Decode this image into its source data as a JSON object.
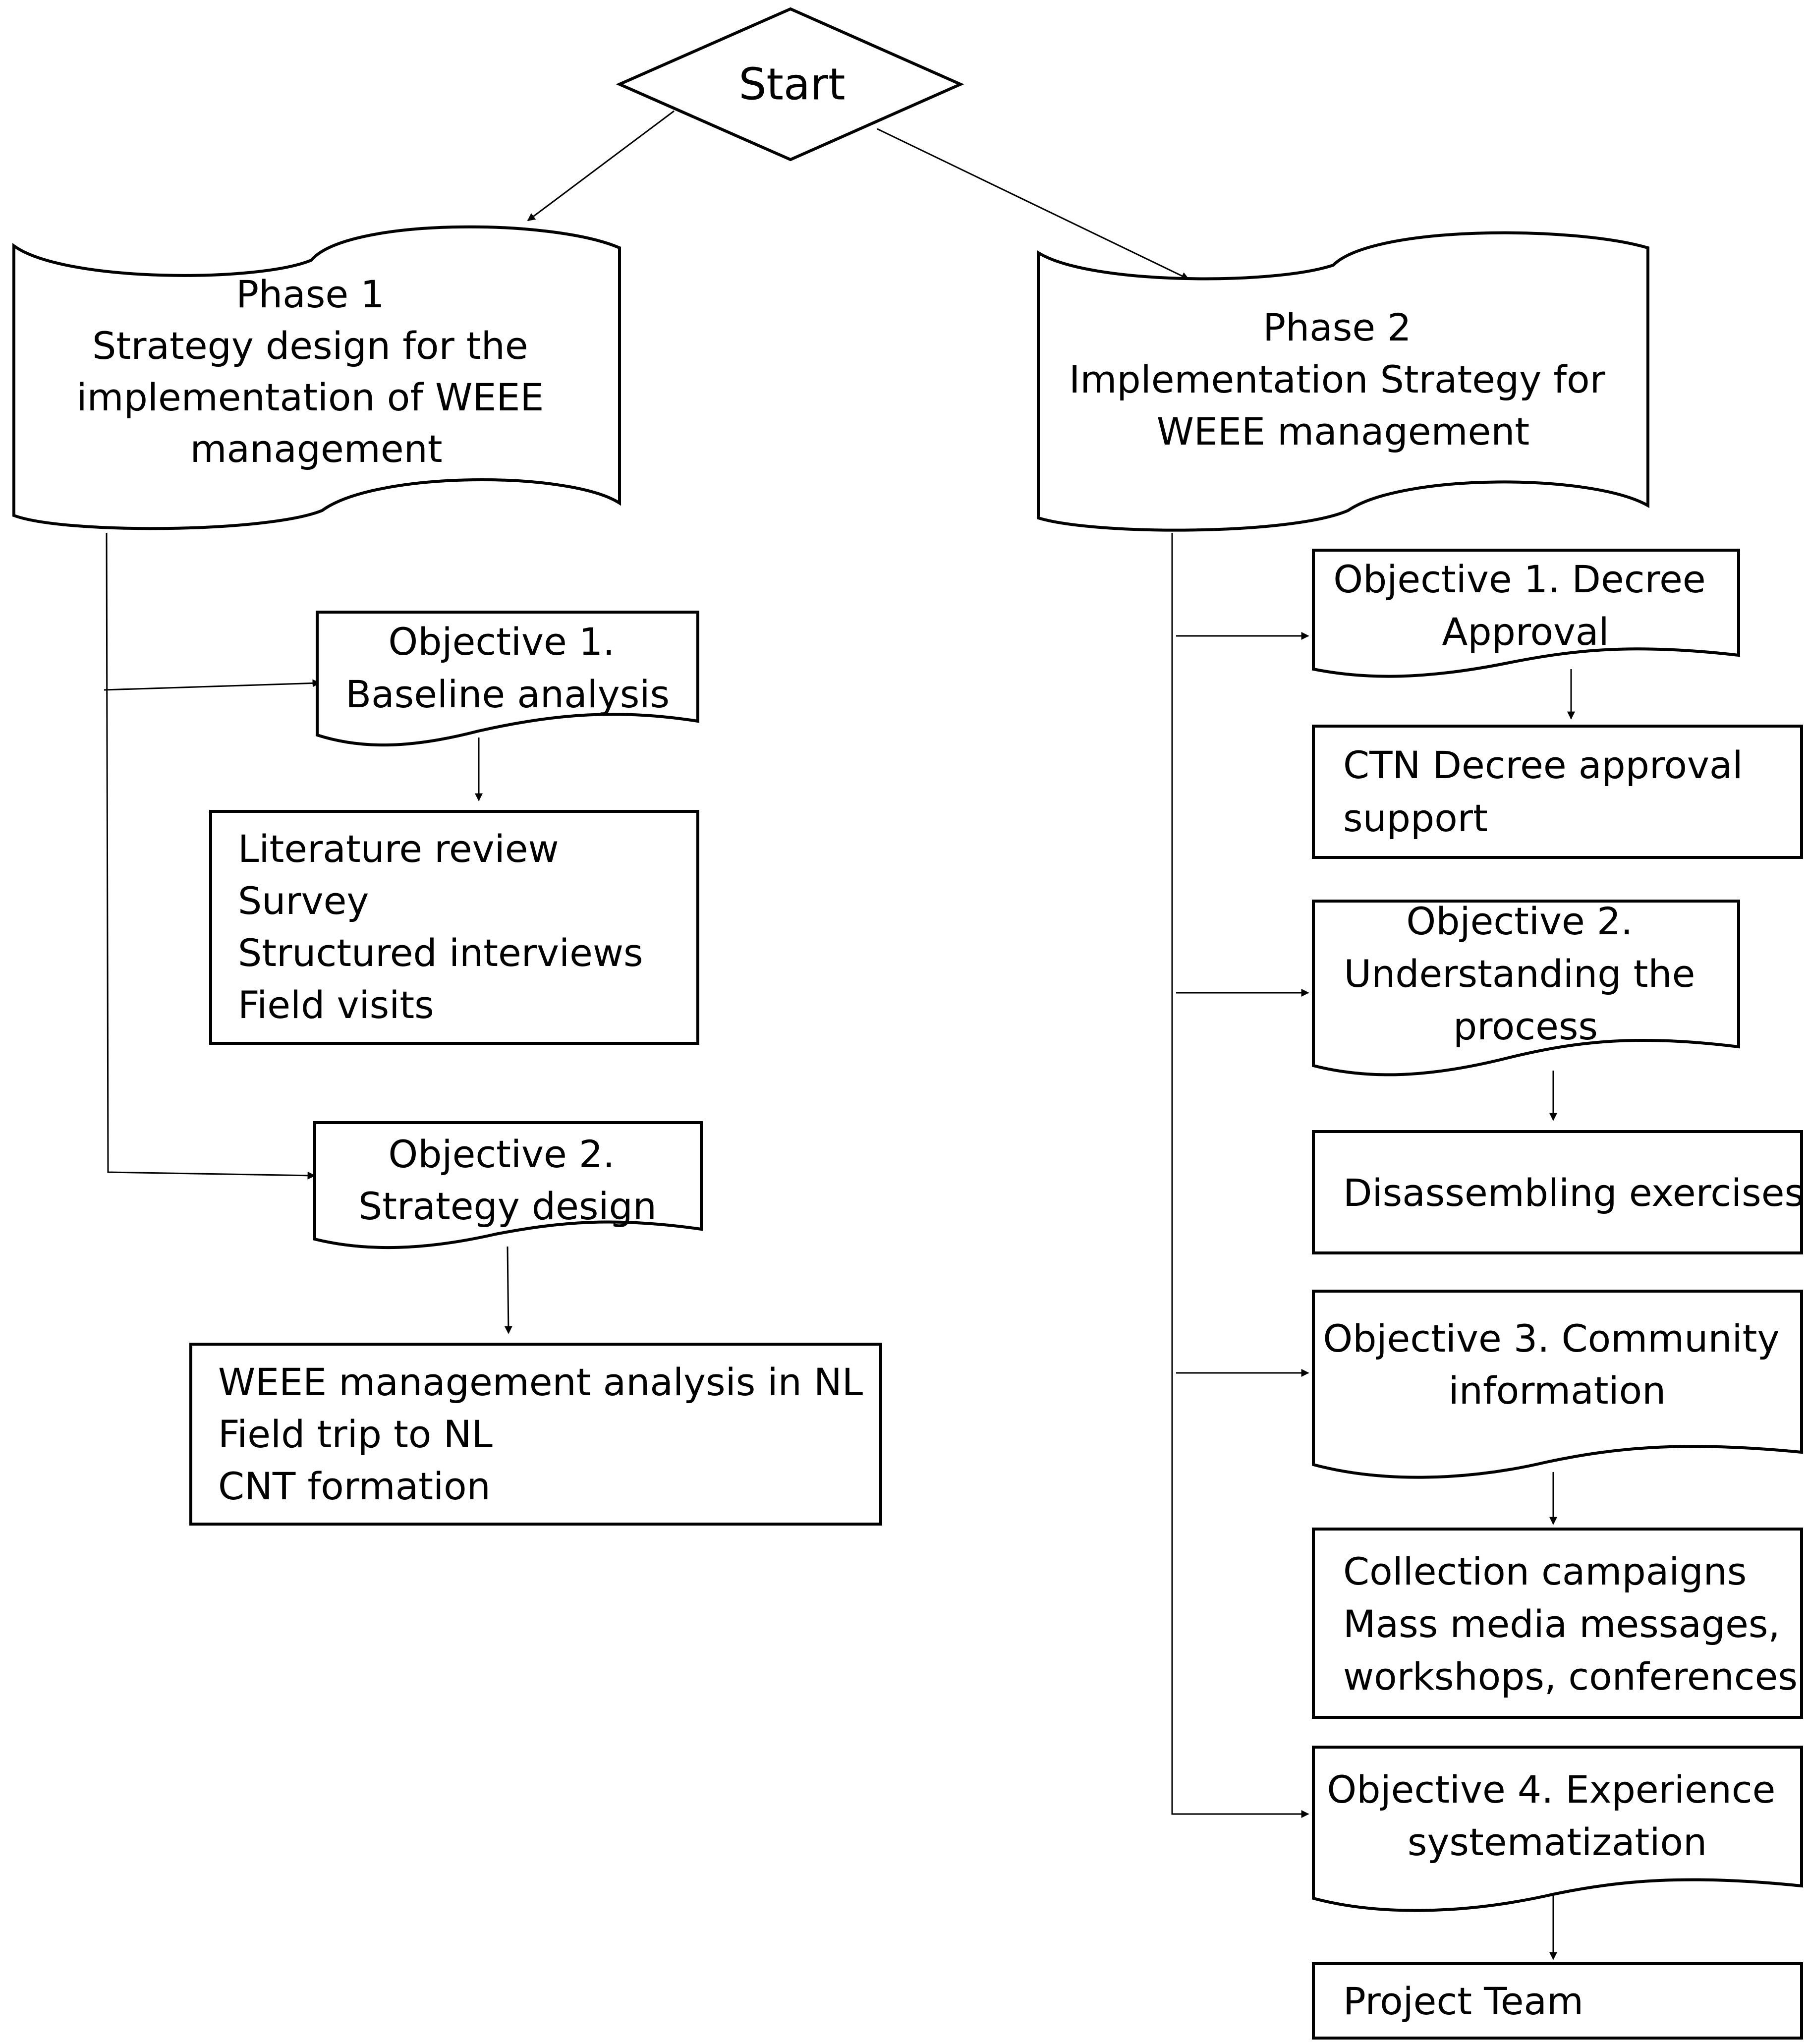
{
  "start": {
    "label": "Start"
  },
  "phase1": {
    "lines": [
      "Phase 1",
      "Strategy design for the",
      "implementation of WEEE",
      "management"
    ],
    "objective1": {
      "lines": [
        "Objective 1.",
        "Baseline analysis"
      ],
      "activities": [
        "Literature review",
        "Survey",
        "Structured interviews",
        "Field visits"
      ]
    },
    "objective2": {
      "lines": [
        "Objective 2.",
        "Strategy design"
      ],
      "activities": [
        "WEEE management analysis in NL",
        "Field trip to NL",
        "CNT formation"
      ]
    }
  },
  "phase2": {
    "lines": [
      "Phase 2",
      "Implementation Strategy for",
      "WEEE management"
    ],
    "objective1": {
      "lines": [
        "Objective 1. Decree",
        "Approval"
      ],
      "activities": [
        "CTN Decree approval",
        "support"
      ]
    },
    "objective2": {
      "lines": [
        "Objective 2.",
        "Understanding the",
        "process"
      ],
      "activities": [
        "Disassembling exercises"
      ]
    },
    "objective3": {
      "lines": [
        "Objective 3. Community",
        "information"
      ],
      "activities": [
        "Collection campaigns",
        "Mass media messages,",
        "workshops, conferences"
      ]
    },
    "objective4": {
      "lines": [
        "Objective 4. Experience",
        "systematization"
      ],
      "activities": [
        "Project Team"
      ]
    }
  }
}
